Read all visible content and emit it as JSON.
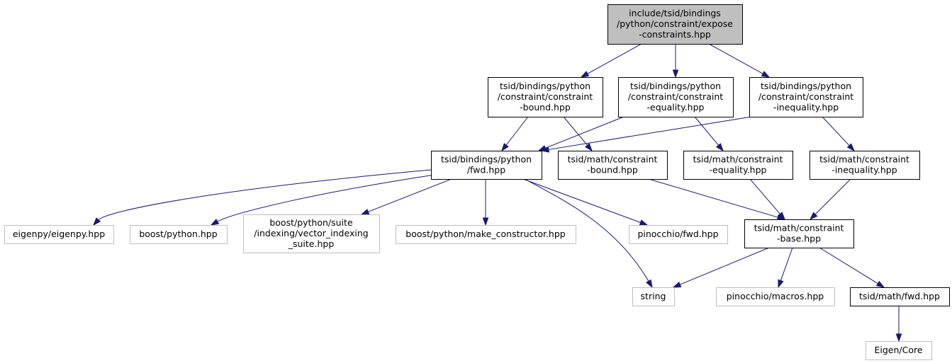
{
  "diagram": {
    "nodes": [
      {
        "id": "root",
        "kind": "root",
        "lines": [
          "include/tsid/bindings",
          "/python/constraint/expose",
          "-constraints.hpp"
        ]
      },
      {
        "id": "py-bound",
        "kind": "internal",
        "lines": [
          "tsid/bindings/python",
          "/constraint/constraint",
          "-bound.hpp"
        ]
      },
      {
        "id": "py-equality",
        "kind": "internal",
        "lines": [
          "tsid/bindings/python",
          "/constraint/constraint",
          "-equality.hpp"
        ]
      },
      {
        "id": "py-inequality",
        "kind": "internal",
        "lines": [
          "tsid/bindings/python",
          "/constraint/constraint",
          "-inequality.hpp"
        ]
      },
      {
        "id": "py-fwd",
        "kind": "internal",
        "lines": [
          "tsid/bindings/python",
          "/fwd.hpp"
        ]
      },
      {
        "id": "math-bound",
        "kind": "internal",
        "lines": [
          "tsid/math/constraint",
          "-bound.hpp"
        ]
      },
      {
        "id": "math-equality",
        "kind": "internal",
        "lines": [
          "tsid/math/constraint",
          "-equality.hpp"
        ]
      },
      {
        "id": "math-inequality",
        "kind": "internal",
        "lines": [
          "tsid/math/constraint",
          "-inequality.hpp"
        ]
      },
      {
        "id": "eigenpy",
        "kind": "external",
        "lines": [
          "eigenpy/eigenpy.hpp"
        ]
      },
      {
        "id": "boost-python",
        "kind": "external",
        "lines": [
          "boost/python.hpp"
        ]
      },
      {
        "id": "vector-indexing",
        "kind": "external",
        "lines": [
          "boost/python/suite",
          "/indexing/vector_indexing",
          "_suite.hpp"
        ]
      },
      {
        "id": "make-constructor",
        "kind": "external",
        "lines": [
          "boost/python/make_constructor.hpp"
        ]
      },
      {
        "id": "pinocchio-fwd",
        "kind": "external",
        "lines": [
          "pinocchio/fwd.hpp"
        ]
      },
      {
        "id": "math-base",
        "kind": "internal",
        "lines": [
          "tsid/math/constraint",
          "-base.hpp"
        ]
      },
      {
        "id": "string",
        "kind": "external",
        "lines": [
          "string"
        ]
      },
      {
        "id": "pinocchio-macros",
        "kind": "external",
        "lines": [
          "pinocchio/macros.hpp"
        ]
      },
      {
        "id": "math-fwd",
        "kind": "internal",
        "lines": [
          "tsid/math/fwd.hpp"
        ]
      },
      {
        "id": "eigen-core",
        "kind": "external",
        "lines": [
          "Eigen/Core"
        ]
      }
    ],
    "edges": [
      [
        "root",
        "py-bound"
      ],
      [
        "root",
        "py-equality"
      ],
      [
        "root",
        "py-inequality"
      ],
      [
        "py-bound",
        "py-fwd"
      ],
      [
        "py-bound",
        "math-bound"
      ],
      [
        "py-equality",
        "py-fwd"
      ],
      [
        "py-equality",
        "math-equality"
      ],
      [
        "py-inequality",
        "py-fwd"
      ],
      [
        "py-inequality",
        "math-inequality"
      ],
      [
        "py-fwd",
        "eigenpy"
      ],
      [
        "py-fwd",
        "boost-python"
      ],
      [
        "py-fwd",
        "vector-indexing"
      ],
      [
        "py-fwd",
        "make-constructor"
      ],
      [
        "py-fwd",
        "pinocchio-fwd"
      ],
      [
        "py-fwd",
        "string"
      ],
      [
        "math-bound",
        "math-base"
      ],
      [
        "math-equality",
        "math-base"
      ],
      [
        "math-inequality",
        "math-base"
      ],
      [
        "math-base",
        "string"
      ],
      [
        "math-base",
        "pinocchio-macros"
      ],
      [
        "math-base",
        "math-fwd"
      ],
      [
        "math-fwd",
        "eigen-core"
      ]
    ]
  }
}
